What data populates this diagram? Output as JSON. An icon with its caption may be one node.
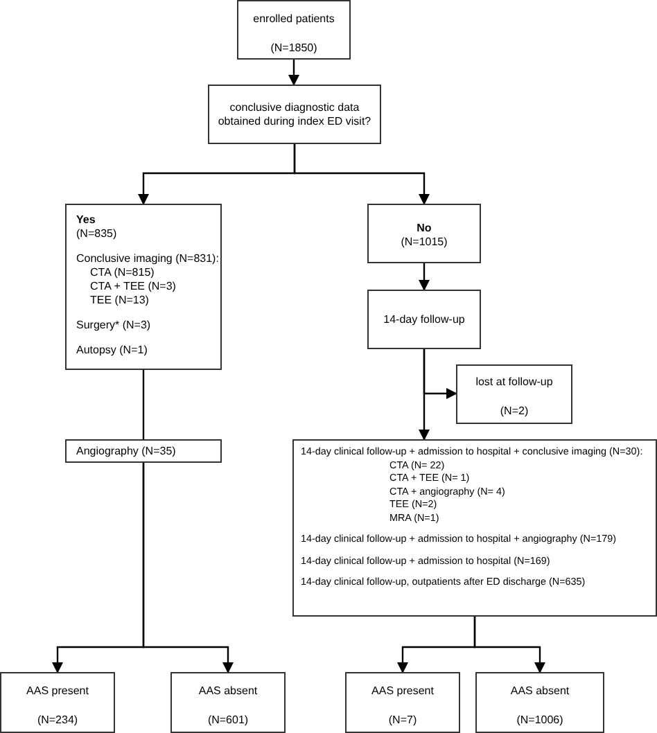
{
  "diagram": {
    "nodes": [
      {
        "text": [
          "enrolled patients",
          "(N=1850)"
        ]
      },
      {
        "text": [
          "conclusive diagnostic data obtained during index ED visit?"
        ]
      },
      {
        "text": [
          "Yes",
          "(N=835)",
          "Conclusive imaging (N=831):",
          "CTA (N=815)",
          "CTA + TEE (N=3)",
          "TEE (N=13)",
          "Surgery* (N=3)",
          "Autopsy (N=1)"
        ]
      },
      {
        "text": [
          "No",
          "(N=1015)"
        ]
      },
      {
        "text": [
          "14-day follow-up"
        ]
      },
      {
        "text": [
          "lost at follow-up",
          "(N=2)"
        ]
      },
      {
        "text": [
          "Angiography (N=35)"
        ]
      },
      {
        "text": [
          "14-day clinical follow-up + admission to hospital + conclusive imaging (N=30):",
          "CTA (N= 22)",
          "CTA + TEE (N= 1)",
          "CTA + angiography (N= 4)",
          "TEE (N=2)",
          "MRA (N=1)",
          "14-day clinical follow-up + admission to hospital + angiography (N=179)",
          "14-day clinical follow-up + admission to hospital (N=169)",
          "14-day clinical follow-up, outpatients after ED discharge (N=635)"
        ]
      },
      {
        "text": [
          "AAS present",
          "(N=234)"
        ]
      },
      {
        "text": [
          "AAS absent",
          "(N=601)"
        ]
      },
      {
        "text": [
          "AAS present",
          "(N=7)"
        ]
      },
      {
        "text": [
          "AAS absent",
          "(N=1006)"
        ]
      }
    ],
    "edges": [
      {
        "from": 0,
        "to": 1,
        "arrow": "to"
      },
      {
        "from": 1,
        "to": 2,
        "arrow": "to"
      },
      {
        "from": 1,
        "to": 3,
        "arrow": "to"
      },
      {
        "from": 3,
        "to": 4,
        "arrow": "to"
      },
      {
        "from": 4,
        "to": 5,
        "arrow": "to"
      },
      {
        "from": 4,
        "to": 7,
        "arrow": "to"
      },
      {
        "from": 2,
        "to": 6,
        "arrow": "none"
      },
      {
        "from": 6,
        "to": 8,
        "arrow": "to"
      },
      {
        "from": 6,
        "to": 9,
        "arrow": "to"
      },
      {
        "from": 7,
        "to": 10,
        "arrow": "to"
      },
      {
        "from": 7,
        "to": 11,
        "arrow": "to"
      }
    ]
  }
}
